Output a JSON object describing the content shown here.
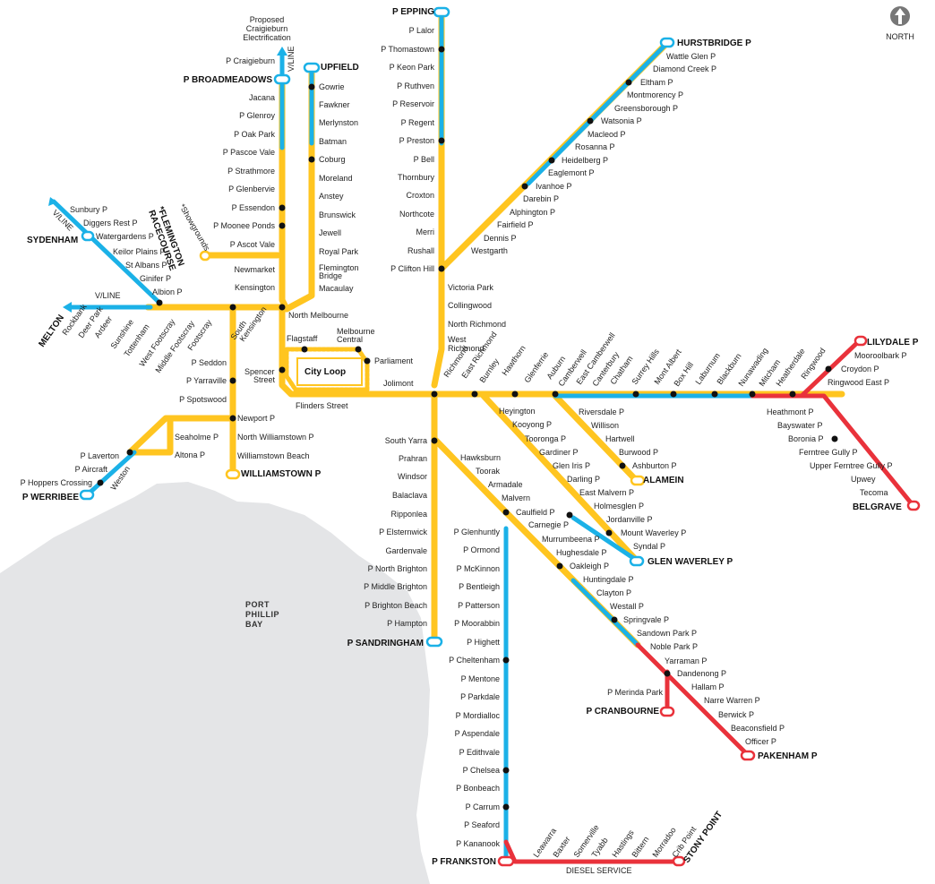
{
  "compass_label": "NORTH",
  "bay_lines": [
    "PORT",
    "PHILLIP",
    "BAY"
  ],
  "colors": {
    "yellow": "#FFC520",
    "blue": "#1BB1E7",
    "red": "#E9323B",
    "bay": "#E4E5E7",
    "green": "#5BB845",
    "orange": "#F7941E"
  },
  "notes": {
    "electrification": [
      "Proposed",
      "Craigieburn",
      "Electrification"
    ],
    "vline_north": "V/LINE",
    "vline_west": "V/LINE",
    "vline_sw": "V/LINE",
    "diesel": "DIESEL SERVICE",
    "flemington": [
      "*FLEMINGTON",
      "RACECOURSE"
    ],
    "showgrounds": "*Showgrounds",
    "city_loop": "City Loop"
  },
  "stations": [
    [
      "EPPING",
      485,
      13,
      "term",
      "end",
      "P"
    ],
    [
      "Lalor",
      485,
      34,
      "lbl",
      "end",
      "P"
    ],
    [
      "Thomastown",
      485,
      55,
      "lbl",
      "end",
      "P"
    ],
    [
      "Keon Park",
      485,
      75,
      "lbl",
      "end",
      "P"
    ],
    [
      "Ruthven",
      485,
      96,
      "lbl",
      "end",
      "P"
    ],
    [
      "Reservoir",
      485,
      116,
      "lbl",
      "end",
      "P"
    ],
    [
      "Regent",
      485,
      137,
      "lbl",
      "end",
      "P"
    ],
    [
      "Preston",
      485,
      157,
      "lbl",
      "end",
      "P"
    ],
    [
      "Bell",
      485,
      178,
      "lbl",
      "end",
      "P"
    ],
    [
      "Thornbury",
      485,
      198,
      "lbl",
      "end",
      ""
    ],
    [
      "Croxton",
      485,
      218,
      "lbl",
      "end",
      ""
    ],
    [
      "Northcote",
      485,
      239,
      "lbl",
      "end",
      ""
    ],
    [
      "Merri",
      485,
      259,
      "lbl",
      "end",
      ""
    ],
    [
      "Rushall",
      485,
      280,
      "lbl",
      "end",
      ""
    ],
    [
      "Clifton Hill",
      485,
      300,
      "lbl",
      "end",
      "P"
    ],
    [
      "Victoria Park",
      500,
      321,
      "lbl",
      "start",
      ""
    ],
    [
      "Collingwood",
      500,
      341,
      "lbl",
      "start",
      ""
    ],
    [
      "North Richmond",
      500,
      362,
      "lbl",
      "start",
      ""
    ],
    [
      "West",
      500,
      379,
      "lbl",
      "start",
      ""
    ],
    [
      "Richmond",
      500,
      389,
      "lbl",
      "start",
      ""
    ],
    [
      "UPFIELD",
      358,
      75,
      "term",
      "start",
      ""
    ],
    [
      "Gowrie",
      356,
      97,
      "lbl",
      "start",
      ""
    ],
    [
      "Fawkner",
      356,
      117,
      "lbl",
      "start",
      ""
    ],
    [
      "Merlynston",
      356,
      137,
      "lbl",
      "start",
      ""
    ],
    [
      "Batman",
      356,
      158,
      "lbl",
      "start",
      ""
    ],
    [
      "Coburg",
      356,
      178,
      "lbl",
      "start",
      ""
    ],
    [
      "Moreland",
      356,
      199,
      "lbl",
      "start",
      ""
    ],
    [
      "Anstey",
      356,
      219,
      "lbl",
      "start",
      ""
    ],
    [
      "Brunswick",
      356,
      240,
      "lbl",
      "start",
      ""
    ],
    [
      "Jewell",
      356,
      260,
      "lbl",
      "start",
      ""
    ],
    [
      "Royal Park",
      356,
      281,
      "lbl",
      "start",
      ""
    ],
    [
      "Flemington",
      356,
      299,
      "lbl",
      "start",
      ""
    ],
    [
      "Bridge",
      356,
      308,
      "lbl",
      "start",
      ""
    ],
    [
      "Macaulay",
      356,
      322,
      "lbl",
      "start",
      ""
    ],
    [
      "Craigieburn",
      307,
      68,
      "lbl",
      "end",
      "P"
    ],
    [
      "BROADMEADOWS",
      304,
      89,
      "term",
      "end",
      "P"
    ],
    [
      "Jacana",
      307,
      109,
      "lbl",
      "end",
      ""
    ],
    [
      "Glenroy",
      307,
      129,
      "lbl",
      "end",
      "P"
    ],
    [
      "Oak Park",
      307,
      150,
      "lbl",
      "end",
      "P"
    ],
    [
      "Pascoe Vale",
      307,
      170,
      "lbl",
      "end",
      "P"
    ],
    [
      "Strathmore",
      307,
      191,
      "lbl",
      "end",
      "P"
    ],
    [
      "Glenbervie",
      307,
      211,
      "lbl",
      "end",
      "P"
    ],
    [
      "Essendon",
      307,
      232,
      "lbl",
      "end",
      "P"
    ],
    [
      "Moonee Ponds",
      307,
      252,
      "lbl",
      "end",
      "P"
    ],
    [
      "Ascot Vale",
      307,
      273,
      "lbl",
      "end",
      "P"
    ],
    [
      "Newmarket",
      307,
      301,
      "lbl",
      "end",
      ""
    ],
    [
      "Kensington",
      307,
      321,
      "lbl",
      "end",
      ""
    ],
    [
      "North Melbourne",
      322,
      352,
      "lbl",
      "start",
      ""
    ],
    [
      "Sunbury",
      78,
      234,
      "lbl",
      "start",
      "P"
    ],
    [
      "Diggers Rest",
      93,
      249,
      "lbl",
      "start",
      "P"
    ],
    [
      "SYDENHAM",
      30,
      268,
      "term",
      "start",
      ""
    ],
    [
      "Watergardens",
      107,
      264,
      "lbl",
      "start",
      "P"
    ],
    [
      "Keilor Plains",
      126,
      281,
      "lbl",
      "start",
      "P"
    ],
    [
      "St Albans",
      140,
      296,
      "lbl",
      "start",
      "P"
    ],
    [
      "Ginifer",
      156,
      311,
      "lbl",
      "start",
      "P"
    ],
    [
      "Albion",
      170,
      326,
      "lbl",
      "start",
      "P"
    ],
    [
      "Flagstaff",
      320,
      378,
      "lbl",
      "start",
      ""
    ],
    [
      "Melbourne",
      376,
      370,
      "lbl",
      "start",
      ""
    ],
    [
      "Central",
      376,
      379,
      "lbl",
      "start",
      ""
    ],
    [
      "Parliament",
      418,
      403,
      "lbl",
      "start",
      ""
    ],
    [
      "Jolimont",
      428,
      428,
      "lbl",
      "start",
      ""
    ],
    [
      "Spencer",
      273,
      415,
      "lbl",
      "start",
      ""
    ],
    [
      "Street",
      283,
      424,
      "lbl",
      "start",
      ""
    ],
    [
      "Flinders Street",
      330,
      453,
      "lbl",
      "start",
      ""
    ],
    [
      "Seddon",
      253,
      405,
      "lbl",
      "end",
      "P"
    ],
    [
      "Yarraville",
      253,
      425,
      "lbl",
      "end",
      "P"
    ],
    [
      "Spotswood",
      253,
      446,
      "lbl",
      "end",
      "P"
    ],
    [
      "Newport",
      265,
      467,
      "lbl",
      "start",
      "P"
    ],
    [
      "North Williamstown",
      265,
      488,
      "lbl",
      "start",
      "P"
    ],
    [
      "Williamstown Beach",
      265,
      509,
      "lbl",
      "start",
      ""
    ],
    [
      "WILLIAMSTOWN",
      269,
      529,
      "term",
      "start",
      "P"
    ],
    [
      "Seaholme",
      195,
      488,
      "lbl",
      "start",
      "P"
    ],
    [
      "Altona",
      195,
      508,
      "lbl",
      "start",
      "P"
    ],
    [
      "Laverton",
      133,
      509,
      "lbl",
      "end",
      "P"
    ],
    [
      "Aircraft",
      120,
      524,
      "lbl",
      "end",
      "P"
    ],
    [
      "Hoppers Crossing",
      103,
      539,
      "lbl",
      "end",
      "P"
    ],
    [
      "WERRIBEE",
      88,
      555,
      "term",
      "end",
      "P"
    ],
    [
      "South Yarra",
      477,
      492,
      "lbl",
      "end",
      ""
    ],
    [
      "Prahran",
      477,
      512,
      "lbl",
      "end",
      ""
    ],
    [
      "Windsor",
      477,
      532,
      "lbl",
      "end",
      ""
    ],
    [
      "Balaclava",
      477,
      553,
      "lbl",
      "end",
      ""
    ],
    [
      "Ripponlea",
      477,
      574,
      "lbl",
      "end",
      ""
    ],
    [
      "Elsternwick",
      477,
      594,
      "lbl",
      "end",
      "P"
    ],
    [
      "Gardenvale",
      477,
      615,
      "lbl",
      "end",
      ""
    ],
    [
      "North Brighton",
      477,
      635,
      "lbl",
      "end",
      "P"
    ],
    [
      "Middle Brighton",
      477,
      655,
      "lbl",
      "end",
      "P"
    ],
    [
      "Brighton Beach",
      477,
      676,
      "lbl",
      "end",
      "P"
    ],
    [
      "Hampton",
      477,
      696,
      "lbl",
      "end",
      "P"
    ],
    [
      "SANDRINGHAM",
      473,
      718,
      "term",
      "end",
      "P"
    ],
    [
      "Hawksburn",
      514,
      511,
      "lbl",
      "start",
      ""
    ],
    [
      "Toorak",
      531,
      526,
      "lbl",
      "start",
      ""
    ],
    [
      "Armadale",
      545,
      541,
      "lbl",
      "start",
      ""
    ],
    [
      "Malvern",
      560,
      556,
      "lbl",
      "start",
      ""
    ],
    [
      "Caulfield",
      576,
      572,
      "lbl",
      "start",
      "P"
    ],
    [
      "Carnegie",
      590,
      586,
      "lbl",
      "start",
      "P"
    ],
    [
      "Murrumbeena",
      605,
      602,
      "lbl",
      "start",
      "P"
    ],
    [
      "Hughesdale",
      621,
      617,
      "lbl",
      "start",
      "P"
    ],
    [
      "Oakleigh",
      636,
      632,
      "lbl",
      "start",
      "P"
    ],
    [
      "Huntingdale",
      651,
      647,
      "lbl",
      "start",
      "P"
    ],
    [
      "Clayton",
      666,
      662,
      "lbl",
      "start",
      "P"
    ],
    [
      "Westall",
      681,
      677,
      "lbl",
      "start",
      "P"
    ],
    [
      "Springvale",
      696,
      692,
      "lbl",
      "start",
      "P"
    ],
    [
      "Sandown Park",
      711,
      707,
      "lbl",
      "start",
      "P"
    ],
    [
      "Noble Park",
      726,
      722,
      "lbl",
      "start",
      "P"
    ],
    [
      "Yarraman",
      742,
      738,
      "lbl",
      "start",
      "P"
    ],
    [
      "Dandenong",
      756,
      752,
      "lbl",
      "start",
      "P"
    ],
    [
      "Hallam",
      772,
      767,
      "lbl",
      "start",
      "P"
    ],
    [
      "Narre Warren",
      786,
      782,
      "lbl",
      "start",
      "P"
    ],
    [
      "Berwick",
      802,
      798,
      "lbl",
      "start",
      "P"
    ],
    [
      "Beaconsfield",
      816,
      813,
      "lbl",
      "start",
      "P"
    ],
    [
      "Officer",
      832,
      828,
      "lbl",
      "start",
      "P"
    ],
    [
      "PAKENHAM",
      846,
      844,
      "term",
      "start",
      "P"
    ],
    [
      "Merinda Park",
      740,
      773,
      "lbl",
      "end",
      "P"
    ],
    [
      "CRANBOURNE",
      736,
      794,
      "term",
      "end",
      "P"
    ],
    [
      "Glenhuntly",
      558,
      594,
      "lbl",
      "end",
      "P"
    ],
    [
      "Ormond",
      558,
      614,
      "lbl",
      "end",
      "P"
    ],
    [
      "McKinnon",
      558,
      635,
      "lbl",
      "end",
      "P"
    ],
    [
      "Bentleigh",
      558,
      655,
      "lbl",
      "end",
      "P"
    ],
    [
      "Patterson",
      558,
      676,
      "lbl",
      "end",
      "P"
    ],
    [
      "Moorabbin",
      558,
      696,
      "lbl",
      "end",
      "P"
    ],
    [
      "Highett",
      558,
      717,
      "lbl",
      "end",
      "P"
    ],
    [
      "Cheltenham",
      558,
      737,
      "lbl",
      "end",
      "P"
    ],
    [
      "Mentone",
      558,
      758,
      "lbl",
      "end",
      "P"
    ],
    [
      "Parkdale",
      558,
      778,
      "lbl",
      "end",
      "P"
    ],
    [
      "Mordialloc",
      558,
      799,
      "lbl",
      "end",
      "P"
    ],
    [
      "Aspendale",
      558,
      819,
      "lbl",
      "end",
      "P"
    ],
    [
      "Edithvale",
      558,
      840,
      "lbl",
      "end",
      "P"
    ],
    [
      "Chelsea",
      558,
      860,
      "lbl",
      "end",
      "P"
    ],
    [
      "Bonbeach",
      558,
      880,
      "lbl",
      "end",
      "P"
    ],
    [
      "Carrum",
      558,
      901,
      "lbl",
      "end",
      "P"
    ],
    [
      "Seaford",
      558,
      921,
      "lbl",
      "end",
      "P"
    ],
    [
      "Kananook",
      558,
      942,
      "lbl",
      "end",
      "P"
    ],
    [
      "FRANKSTON",
      554,
      962,
      "term",
      "end",
      "P"
    ],
    [
      "Heyington",
      557,
      459,
      "lbl",
      "start",
      ""
    ],
    [
      "Kooyong",
      572,
      474,
      "lbl",
      "start",
      "P"
    ],
    [
      "Tooronga",
      586,
      490,
      "lbl",
      "start",
      "P"
    ],
    [
      "Gardiner",
      602,
      505,
      "lbl",
      "start",
      "P"
    ],
    [
      "Glen Iris",
      617,
      520,
      "lbl",
      "start",
      "P"
    ],
    [
      "Darling",
      633,
      535,
      "lbl",
      "start",
      "P"
    ],
    [
      "East Malvern",
      647,
      550,
      "lbl",
      "start",
      "P"
    ],
    [
      "Holmesglen",
      663,
      565,
      "lbl",
      "start",
      "P"
    ],
    [
      "Jordanville",
      677,
      580,
      "lbl",
      "start",
      "P"
    ],
    [
      "Mount Waverley",
      693,
      595,
      "lbl",
      "start",
      "P"
    ],
    [
      "Syndal",
      707,
      610,
      "lbl",
      "start",
      "P"
    ],
    [
      "GLEN WAVERLEY",
      723,
      627,
      "term",
      "start",
      "P"
    ],
    [
      "Riversdale",
      646,
      460,
      "lbl",
      "start",
      "P"
    ],
    [
      "Willison",
      660,
      475,
      "lbl",
      "start",
      ""
    ],
    [
      "Hartwell",
      676,
      490,
      "lbl",
      "start",
      ""
    ],
    [
      "Burwood",
      691,
      505,
      "lbl",
      "start",
      "P"
    ],
    [
      "Ashburton",
      706,
      520,
      "lbl",
      "start",
      "P"
    ],
    [
      "ALAMEIN",
      718,
      536,
      "term",
      "start",
      ""
    ],
    [
      "HURSTBRIDGE",
      756,
      48,
      "term",
      "start",
      "P"
    ],
    [
      "Wattle Glen",
      744,
      63,
      "lbl",
      "start",
      "P"
    ],
    [
      "Diamond Creek",
      729,
      77,
      "lbl",
      "start",
      "P"
    ],
    [
      "Eltham",
      715,
      92,
      "lbl",
      "start",
      "P"
    ],
    [
      "Montmorency",
      700,
      106,
      "lbl",
      "start",
      "P"
    ],
    [
      "Greensborough",
      686,
      121,
      "lbl",
      "start",
      "P"
    ],
    [
      "Watsonia",
      671,
      135,
      "lbl",
      "start",
      "P"
    ],
    [
      "Macleod",
      656,
      150,
      "lbl",
      "start",
      "P"
    ],
    [
      "Rosanna",
      642,
      164,
      "lbl",
      "start",
      "P"
    ],
    [
      "Heidelberg",
      627,
      179,
      "lbl",
      "start",
      "P"
    ],
    [
      "Eaglemont",
      612,
      193,
      "lbl",
      "start",
      "P"
    ],
    [
      "Ivanhoe",
      598,
      208,
      "lbl",
      "start",
      "P"
    ],
    [
      "Darebin",
      584,
      222,
      "lbl",
      "start",
      "P"
    ],
    [
      "Alphington",
      569,
      237,
      "lbl",
      "start",
      "P"
    ],
    [
      "Fairfield",
      555,
      251,
      "lbl",
      "start",
      "P"
    ],
    [
      "Dennis",
      540,
      266,
      "lbl",
      "start",
      "P"
    ],
    [
      "Westgarth",
      526,
      280,
      "lbl",
      "start",
      ""
    ],
    [
      "Heathmont",
      856,
      460,
      "lbl",
      "start",
      "P"
    ],
    [
      "Bayswater",
      868,
      475,
      "lbl",
      "start",
      "P"
    ],
    [
      "Boronia",
      880,
      490,
      "lbl",
      "start",
      "P"
    ],
    [
      "Ferntree Gully",
      892,
      505,
      "lbl",
      "start",
      "P"
    ],
    [
      "Upper Ferntree Gully",
      904,
      520,
      "lbl",
      "start",
      "P"
    ],
    [
      "Upwey",
      950,
      535,
      "lbl",
      "start",
      ""
    ],
    [
      "Tecoma",
      960,
      550,
      "lbl",
      "start",
      ""
    ],
    [
      "BELGRAVE",
      952,
      566,
      "term",
      "start",
      ""
    ],
    [
      "LILYDALE",
      968,
      382,
      "term",
      "start",
      "P"
    ],
    [
      "Mooroolbark",
      954,
      397,
      "lbl",
      "start",
      "P"
    ],
    [
      "Croydon",
      939,
      412,
      "lbl",
      "start",
      "P"
    ],
    [
      "Ringwood East",
      924,
      427,
      "lbl",
      "start",
      "P"
    ]
  ],
  "rotated": [
    [
      "MELTON",
      48,
      388,
      "term"
    ],
    [
      "Rockbank",
      74,
      375,
      "lbl"
    ],
    [
      "Deer Park",
      92,
      378,
      "lbl"
    ],
    [
      "Ardeer",
      110,
      378,
      "lbl"
    ],
    [
      "Sunshine",
      128,
      390,
      "lbl"
    ],
    [
      "Tottenham",
      143,
      399,
      "lbl"
    ],
    [
      "West Footscray",
      160,
      410,
      "lbl"
    ],
    [
      "Middle Footscray",
      178,
      417,
      "lbl"
    ],
    [
      "Footscray",
      214,
      392,
      "lbl"
    ],
    [
      "South",
      262,
      380,
      "lbl"
    ],
    [
      "Kensington",
      272,
      382,
      "lbl"
    ],
    [
      "Weston",
      128,
      548,
      "lbl"
    ],
    [
      "Richmond",
      500,
      422,
      "lbl"
    ],
    [
      "East Richmond",
      520,
      423,
      "lbl"
    ],
    [
      "Burnley",
      540,
      428,
      "lbl"
    ],
    [
      "Hawthorn",
      565,
      420,
      "lbl"
    ],
    [
      "Glenferrie",
      590,
      428,
      "lbl"
    ],
    [
      "Auburn",
      615,
      424,
      "lbl"
    ],
    [
      "Camberwell",
      628,
      432,
      "lbl"
    ],
    [
      "East Camberwell",
      648,
      430,
      "lbl"
    ],
    [
      "Canterbury",
      666,
      432,
      "lbl"
    ],
    [
      "Chatham",
      686,
      430,
      "lbl"
    ],
    [
      "Surrey Hills",
      710,
      430,
      "lbl"
    ],
    [
      "Mont Albert",
      735,
      430,
      "lbl"
    ],
    [
      "Box Hill",
      757,
      432,
      "lbl"
    ],
    [
      "Laburnum",
      781,
      430,
      "lbl"
    ],
    [
      "Blackburn",
      805,
      430,
      "lbl"
    ],
    [
      "Nunawading",
      829,
      432,
      "lbl"
    ],
    [
      "Mitcham",
      852,
      432,
      "lbl"
    ],
    [
      "Heatherdale",
      871,
      432,
      "lbl"
    ],
    [
      "Ringwood",
      899,
      424,
      "lbl"
    ],
    [
      "Leawarra",
      600,
      958,
      "lbl"
    ],
    [
      "Baxter",
      622,
      958,
      "lbl"
    ],
    [
      "Somerville",
      645,
      958,
      "lbl"
    ],
    [
      "Tyabb",
      665,
      958,
      "lbl"
    ],
    [
      "Hastings",
      688,
      958,
      "lbl"
    ],
    [
      "Bittern",
      710,
      958,
      "lbl"
    ],
    [
      "Morradoo",
      733,
      958,
      "lbl"
    ],
    [
      "Crib Point",
      755,
      958,
      "lbl"
    ],
    [
      "STONY POINT",
      768,
      964,
      "term"
    ]
  ]
}
